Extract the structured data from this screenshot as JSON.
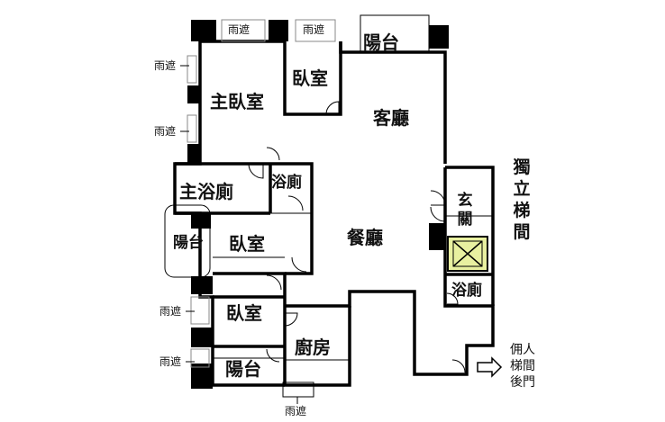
{
  "rooms": {
    "master_bedroom": "主臥室",
    "bedroom_top": "臥室",
    "living_room": "客廳",
    "balcony_top": "陽台",
    "master_bath": "主浴廁",
    "bath_small": "浴廁",
    "foyer": "玄關",
    "dining_room": "餐廳",
    "balcony_left": "陽台",
    "bedroom_middle": "臥室",
    "bath_right": "浴廁",
    "bedroom_lower": "臥室",
    "kitchen": "廚房",
    "balcony_bottom": "陽台"
  },
  "notes": {
    "awning_1": "雨遮",
    "awning_2": "雨遮",
    "awning_3": "雨遮",
    "awning_4": "雨遮",
    "awning_5": "雨遮",
    "awning_6": "雨遮",
    "awning_7": "雨遮"
  },
  "stair": {
    "independent_stair": "獨立梯間",
    "servant_stair": "佣人梯間後門"
  },
  "colors": {
    "wall": "#000000",
    "elevator_fill": "#e8f0a0",
    "window": "#888888"
  }
}
